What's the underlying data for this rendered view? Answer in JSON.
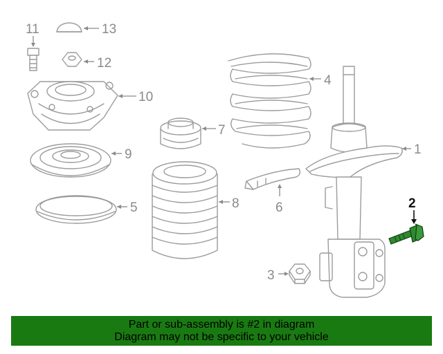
{
  "diagram": {
    "callouts": [
      {
        "id": "11",
        "label": "11"
      },
      {
        "id": "13",
        "label": "13"
      },
      {
        "id": "12",
        "label": "12"
      },
      {
        "id": "10",
        "label": "10"
      },
      {
        "id": "4",
        "label": "4"
      },
      {
        "id": "7",
        "label": "7"
      },
      {
        "id": "9",
        "label": "9"
      },
      {
        "id": "1",
        "label": "1"
      },
      {
        "id": "8",
        "label": "8"
      },
      {
        "id": "6",
        "label": "6"
      },
      {
        "id": "5",
        "label": "5"
      },
      {
        "id": "2",
        "label": "2"
      },
      {
        "id": "3",
        "label": "3"
      }
    ],
    "highlighted_part": "2",
    "highlight_color": "#1f7a1f",
    "line_color": "#9b9b9b"
  },
  "banner": {
    "line1": "Part or sub-assembly is #2 in diagram",
    "line2": "Diagram may not be specific to your vehicle",
    "background": "#1a7a12"
  }
}
